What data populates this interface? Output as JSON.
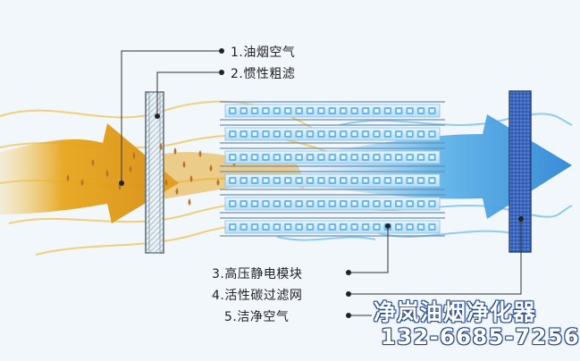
{
  "labels": {
    "oil_smoke_air": "1.油烟空气",
    "inertia_coarse_filter": "2.惯性粗滤",
    "hv_electrostatic_module": "3.高压静电模块",
    "activated_carbon_filter": "4.活性碳过滤网",
    "clean_air": "5.洁净空气"
  },
  "brand": {
    "name": "净岚油烟净化器",
    "phone": "132-6685-7256"
  },
  "colors": {
    "oil_flow": "#e0a21e",
    "clean_flow": "#3a9de0",
    "module_cell": "#a9d7f2",
    "filter": "#3d64b8",
    "leader_line": "#333333"
  },
  "icons": {
    "droplet": "oil-droplet-icon"
  }
}
